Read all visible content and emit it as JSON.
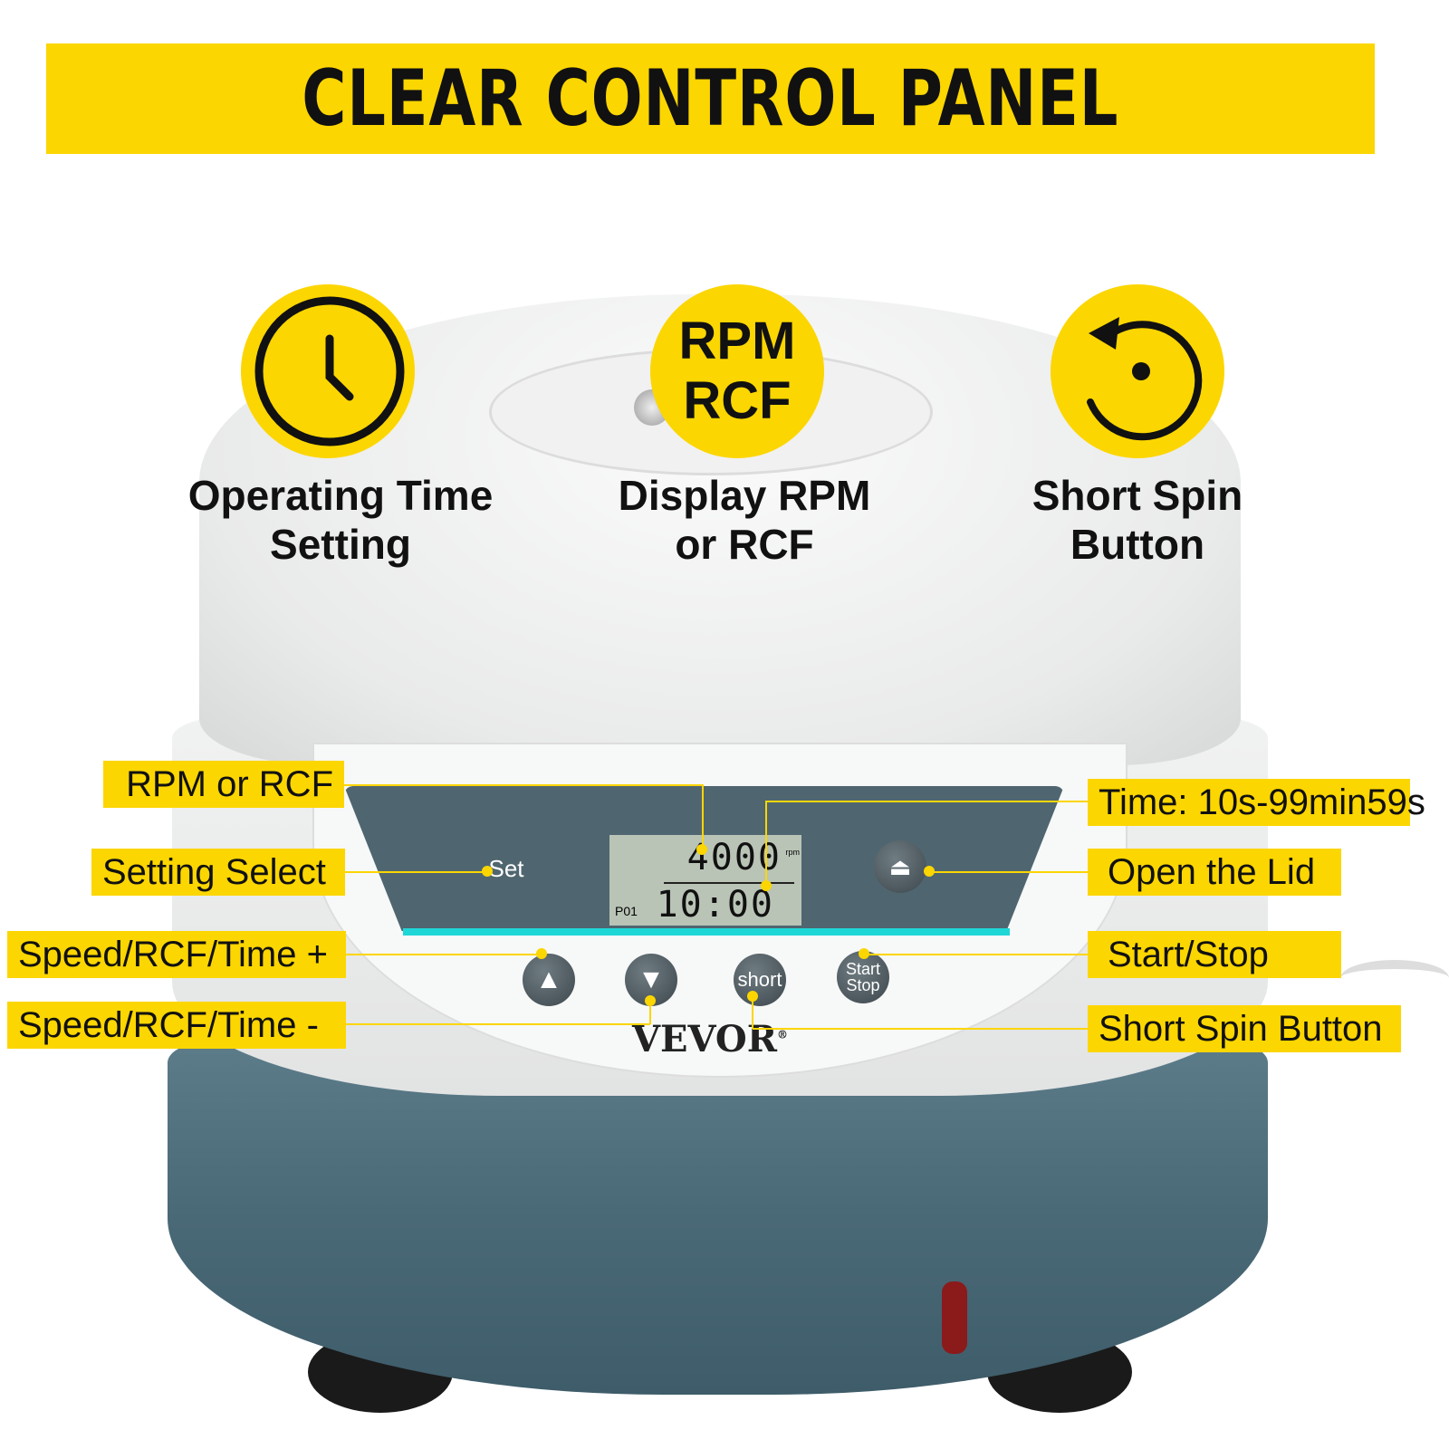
{
  "title": "CLEAR CONTROL PANEL",
  "features": [
    {
      "icon": "clock-icon",
      "label_line1": "Operating Time",
      "label_line2": "Setting"
    },
    {
      "icon_text_line1": "RPM",
      "icon_text_line2": "RCF",
      "label_line1": "Display RPM",
      "label_line2": "or RCF"
    },
    {
      "icon": "rotate-icon",
      "label_line1": "Short Spin",
      "label_line2": "Button"
    }
  ],
  "callouts_left": [
    "RPM or RCF",
    "Setting Select",
    "Speed/RCF/Time +",
    "Speed/RCF/Time -"
  ],
  "callouts_right": [
    "Time: 10s-99min59s",
    "Open the Lid",
    "Start/Stop",
    "Short Spin Button"
  ],
  "device": {
    "display_speed": "4000",
    "display_speed_unit": "rpm",
    "display_time": "10:00",
    "program": "P01",
    "buttons": {
      "set": "Set",
      "short": "short",
      "start": "Start",
      "stop": "Stop"
    },
    "brand": "VEVOR",
    "brand_mark": "®"
  },
  "colors": {
    "accent": "#fcd600",
    "base": "#4a6977",
    "teal": "#1fd6d6"
  }
}
